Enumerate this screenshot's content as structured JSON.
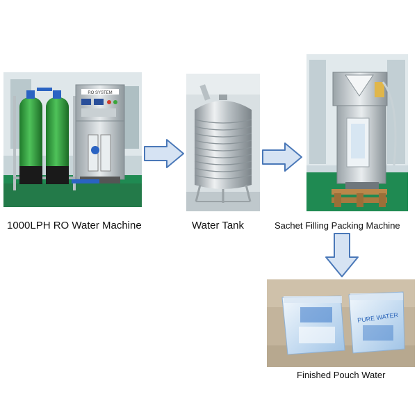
{
  "steps": [
    {
      "label": "1000LPH RO Water Machine",
      "image": "ro-water-machine-photo"
    },
    {
      "label": "Water Tank",
      "image": "stainless-water-tank-photo"
    },
    {
      "label": "Sachet Filling Packing Machine",
      "image": "sachet-filling-machine-photo"
    },
    {
      "label": "Finished Pouch Water",
      "image": "pouch-water-photo"
    }
  ],
  "ro_panel_text": "RO SYSTEM",
  "pouch_brand_text": "PURE WATER",
  "arrows": [
    "arrow-right-icon",
    "arrow-right-icon",
    "arrow-down-icon"
  ],
  "colors": {
    "arrow_fill": "#d6e3f3",
    "arrow_stroke": "#4a78b8",
    "filter_green": "#2f9a3c",
    "floor_green": "#1e8a4f"
  }
}
